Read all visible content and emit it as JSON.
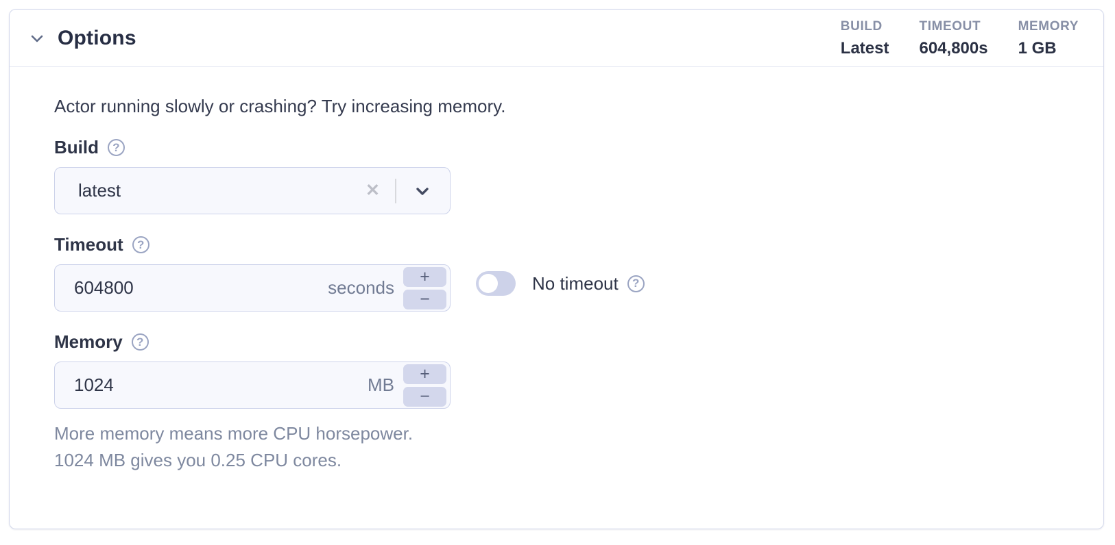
{
  "header": {
    "title": "Options",
    "summary": [
      {
        "label": "BUILD",
        "value": "Latest"
      },
      {
        "label": "TIMEOUT",
        "value": "604,800s"
      },
      {
        "label": "MEMORY",
        "value": "1 GB"
      }
    ]
  },
  "body": {
    "intro": "Actor running slowly or crashing? Try increasing memory.",
    "build": {
      "label": "Build",
      "value": "latest"
    },
    "timeout": {
      "label": "Timeout",
      "value": "604800",
      "unit": "seconds",
      "toggle_label": "No timeout",
      "toggle_state": "off"
    },
    "memory": {
      "label": "Memory",
      "value": "1024",
      "unit": "MB",
      "help_line1": "More memory means more CPU horsepower.",
      "help_line2": "1024 MB gives you 0.25 CPU cores."
    }
  },
  "icons": {
    "collapse_chevron": "chevron-down",
    "help": "?",
    "clear": "✕",
    "select_chevron": "chevron-down",
    "plus": "+",
    "minus": "−"
  },
  "colors": {
    "card_border": "#d4d9ec",
    "header_divider": "#e4e7f2",
    "title_text": "#272e44",
    "summary_label": "#878fa6",
    "summary_value": "#2b3144",
    "body_text": "#353b4f",
    "muted_text": "#7e889f",
    "input_bg": "#f7f8fd",
    "input_border": "#ccd2ea",
    "stepper_bg": "#d3d7ec",
    "toggle_bg": "#cdd2e9",
    "help_icon": "#9aa4c2"
  }
}
